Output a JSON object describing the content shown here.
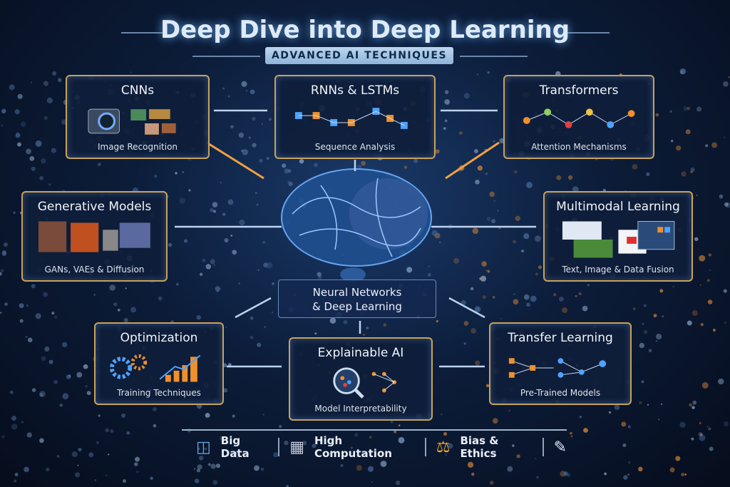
{
  "header": {
    "title": "Deep Dive into Deep Learning",
    "subtitle": "ADVANCED AI TECHNIQUES"
  },
  "center": {
    "line1": "Neural Networks",
    "line2": "& Deep Learning"
  },
  "cards": [
    {
      "title": "CNNs",
      "caption": "Image Recognition",
      "icon": "camera-icon"
    },
    {
      "title": "RNNs & LSTMs",
      "caption": "Sequence Analysis",
      "icon": "sequence-icon"
    },
    {
      "title": "Transformers",
      "caption": "Attention Mechanisms",
      "icon": "attention-graph-icon"
    },
    {
      "title": "Generative Models",
      "caption": "GANs, VAEs & Diffusion",
      "icon": "generated-images-icon"
    },
    {
      "title": "Multimodal Learning",
      "caption": "Text, Image & Data Fusion",
      "icon": "media-windows-icon"
    },
    {
      "title": "Optimization",
      "caption": "Training Techniques",
      "icon": "gears-chart-icon"
    },
    {
      "title": "Explainable AI",
      "caption": "Model Interpretability",
      "icon": "magnifier-network-icon"
    },
    {
      "title": "Transfer Learning",
      "caption": "Pre-Trained Models",
      "icon": "network-transfer-icon"
    }
  ],
  "footer": [
    {
      "label": "Big Data",
      "icon": "database-icon"
    },
    {
      "label": "High Computation",
      "icon": "chip-icon"
    },
    {
      "label": "Bias & Ethics",
      "icon": "scales-icon"
    }
  ],
  "colors": {
    "accent": "#c9a15a",
    "orange": "#f0902a",
    "blue": "#4fa3ff"
  }
}
